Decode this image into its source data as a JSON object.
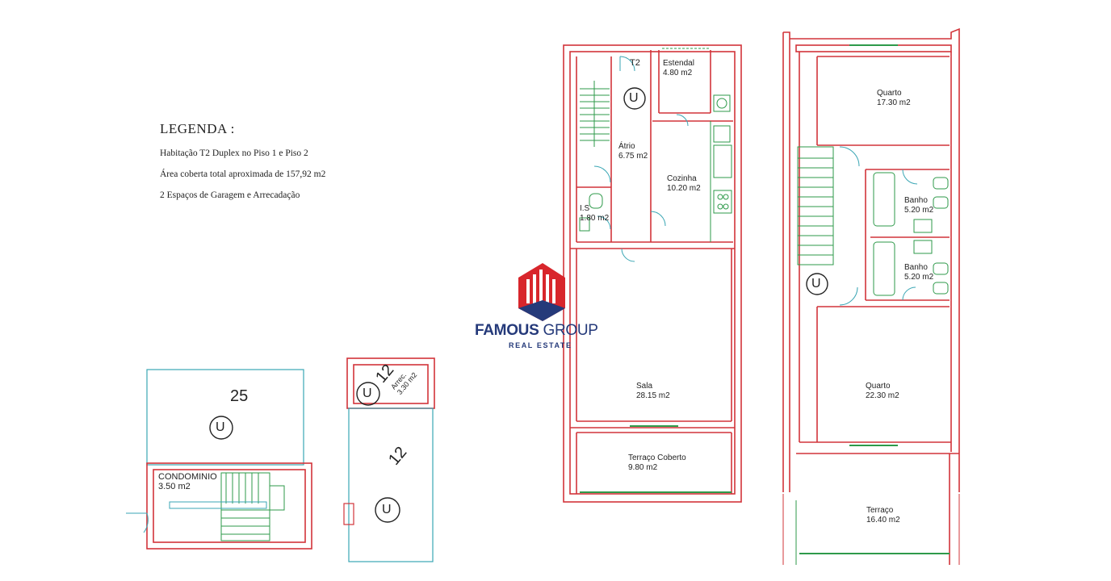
{
  "legend": {
    "title": "LEGENDA :",
    "line1": "Habitação T2 Duplex no Piso 1 e Piso 2",
    "line2": "Área coberta total aproximada de 157,92 m2",
    "line3": "2 Espaços de Garagem e Arrecadação"
  },
  "logo": {
    "name_part1": "FAMOUS",
    "name_part2": " GROUP",
    "tagline": "REAL ESTATE"
  },
  "floor1": {
    "type": "T2",
    "estendal": {
      "name": "Estendal",
      "area": "4.80 m2"
    },
    "atrio": {
      "name": "Átrio",
      "area": "6.75 m2"
    },
    "cozinha": {
      "name": "Cozinha",
      "area": "10.20 m2"
    },
    "is": {
      "name": "I.S",
      "area": "1.80 m2"
    },
    "sala": {
      "name": "Sala",
      "area": "28.15 m2"
    },
    "terraco_coberto": {
      "name": "Terraço Coberto",
      "area": "9.80 m2"
    }
  },
  "floor2": {
    "quarto1": {
      "name": "Quarto",
      "area": "17.30 m2"
    },
    "banho1": {
      "name": "Banho",
      "area": "5.20 m2"
    },
    "banho2": {
      "name": "Banho",
      "area": "5.20 m2"
    },
    "quarto2": {
      "name": "Quarto",
      "area": "22.30 m2"
    },
    "terraco": {
      "name": "Terraço",
      "area": "16.40 m2"
    }
  },
  "garage": {
    "space_number": "25",
    "condominio": {
      "name": "CONDOMINIO",
      "area": "3.50 m2"
    },
    "arrec": {
      "number": "12",
      "name": "Arrec.",
      "area": "3.30 m2"
    },
    "space2_number": "12"
  },
  "u_symbol": "U",
  "colors": {
    "wall": "#d2343a",
    "fixture": "#2e9a4a",
    "garage": "#3aa6b4",
    "logo_red": "#d8262c",
    "logo_blue": "#253a7a"
  }
}
